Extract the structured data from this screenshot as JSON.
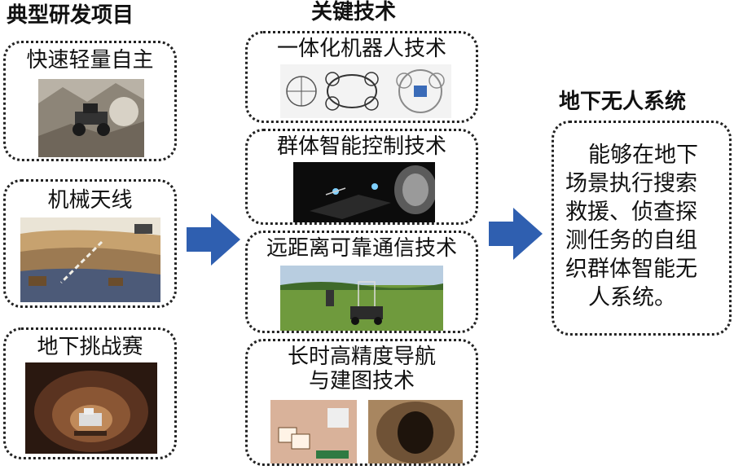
{
  "columns": {
    "projects": {
      "heading": "典型研发项目",
      "items": [
        {
          "title": "快速轻量自主",
          "icon": "rugged-robot-photo"
        },
        {
          "title": "机械天线",
          "icon": "underground-antenna-illustration"
        },
        {
          "title": "地下挑战赛",
          "icon": "cave-robot-photo"
        }
      ]
    },
    "technologies": {
      "heading": "关键技术",
      "items": [
        {
          "title": "一体化机器人技术",
          "icon": "drone-design-photos"
        },
        {
          "title": "群体智能控制技术",
          "icon": "tunnel-swarm-photo"
        },
        {
          "title": "远距离可靠通信技术",
          "icon": "field-robot-photo"
        },
        {
          "title_lines": [
            "长时高精度导航",
            "与建图技术"
          ],
          "icon": "navigation-mapping-photos"
        }
      ]
    },
    "system": {
      "heading": "地下无人系统",
      "description_lines": [
        "能够在地下",
        "场景执行搜索",
        "救援、侦查探",
        "测任务的自组",
        "织群体智能无",
        "人系统。"
      ]
    }
  },
  "colors": {
    "arrow": "#2f5fb0",
    "border": "#222222"
  }
}
